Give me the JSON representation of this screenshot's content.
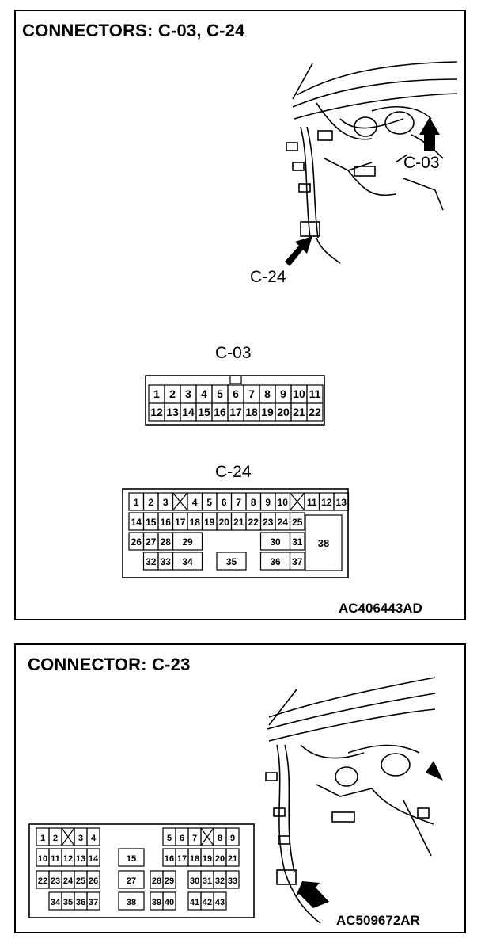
{
  "panel1": {
    "title": "CONNECTORS: C-03, C-24",
    "code": "AC406443AD",
    "callout_c03": "C-03",
    "callout_c24": "C-24",
    "c03": {
      "label": "C-03",
      "row1": [
        "1",
        "2",
        "3",
        "4",
        "5",
        "6",
        "7",
        "8",
        "9",
        "10",
        "11"
      ],
      "row2": [
        "12",
        "13",
        "14",
        "15",
        "16",
        "17",
        "18",
        "19",
        "20",
        "21",
        "22"
      ]
    },
    "c24": {
      "label": "C-24",
      "row1_left": [
        "1",
        "2",
        "3"
      ],
      "row1_mid": [
        "4",
        "5",
        "6",
        "7",
        "8",
        "9",
        "10"
      ],
      "row1_right": [
        "11",
        "12",
        "13"
      ],
      "row2": [
        "14",
        "15",
        "16",
        "17",
        "18",
        "19",
        "20",
        "21",
        "22",
        "23",
        "24",
        "25"
      ],
      "row3_left": [
        "26",
        "27",
        "28"
      ],
      "pin29": "29",
      "pin30": "30",
      "pin31": "31",
      "row4_left": [
        "32",
        "33"
      ],
      "pin34": "34",
      "pin35": "35",
      "pin36": "36",
      "pin37": "37",
      "pin38": "38"
    }
  },
  "panel2": {
    "title": "CONNECTOR: C-23",
    "code": "AC509672AR",
    "c23": {
      "r1a": [
        "1",
        "2"
      ],
      "r1b": [
        "3",
        "4"
      ],
      "r1c": [
        "5",
        "6"
      ],
      "r1d": [
        "7"
      ],
      "r1e": [
        "8",
        "9"
      ],
      "r2a": [
        "10",
        "11",
        "12",
        "13",
        "14"
      ],
      "pin15": "15",
      "r2b": [
        "16",
        "17",
        "18",
        "19",
        "20",
        "21"
      ],
      "r3a": [
        "22",
        "23",
        "24",
        "25",
        "26"
      ],
      "pin27": "27",
      "r3b": [
        "28",
        "29"
      ],
      "r3c": [
        "30",
        "31",
        "32",
        "33"
      ],
      "r4a": [
        "34",
        "35",
        "36",
        "37"
      ],
      "pin38": "38",
      "r4b": [
        "39",
        "40"
      ],
      "r4c": [
        "41",
        "42",
        "43"
      ]
    }
  }
}
